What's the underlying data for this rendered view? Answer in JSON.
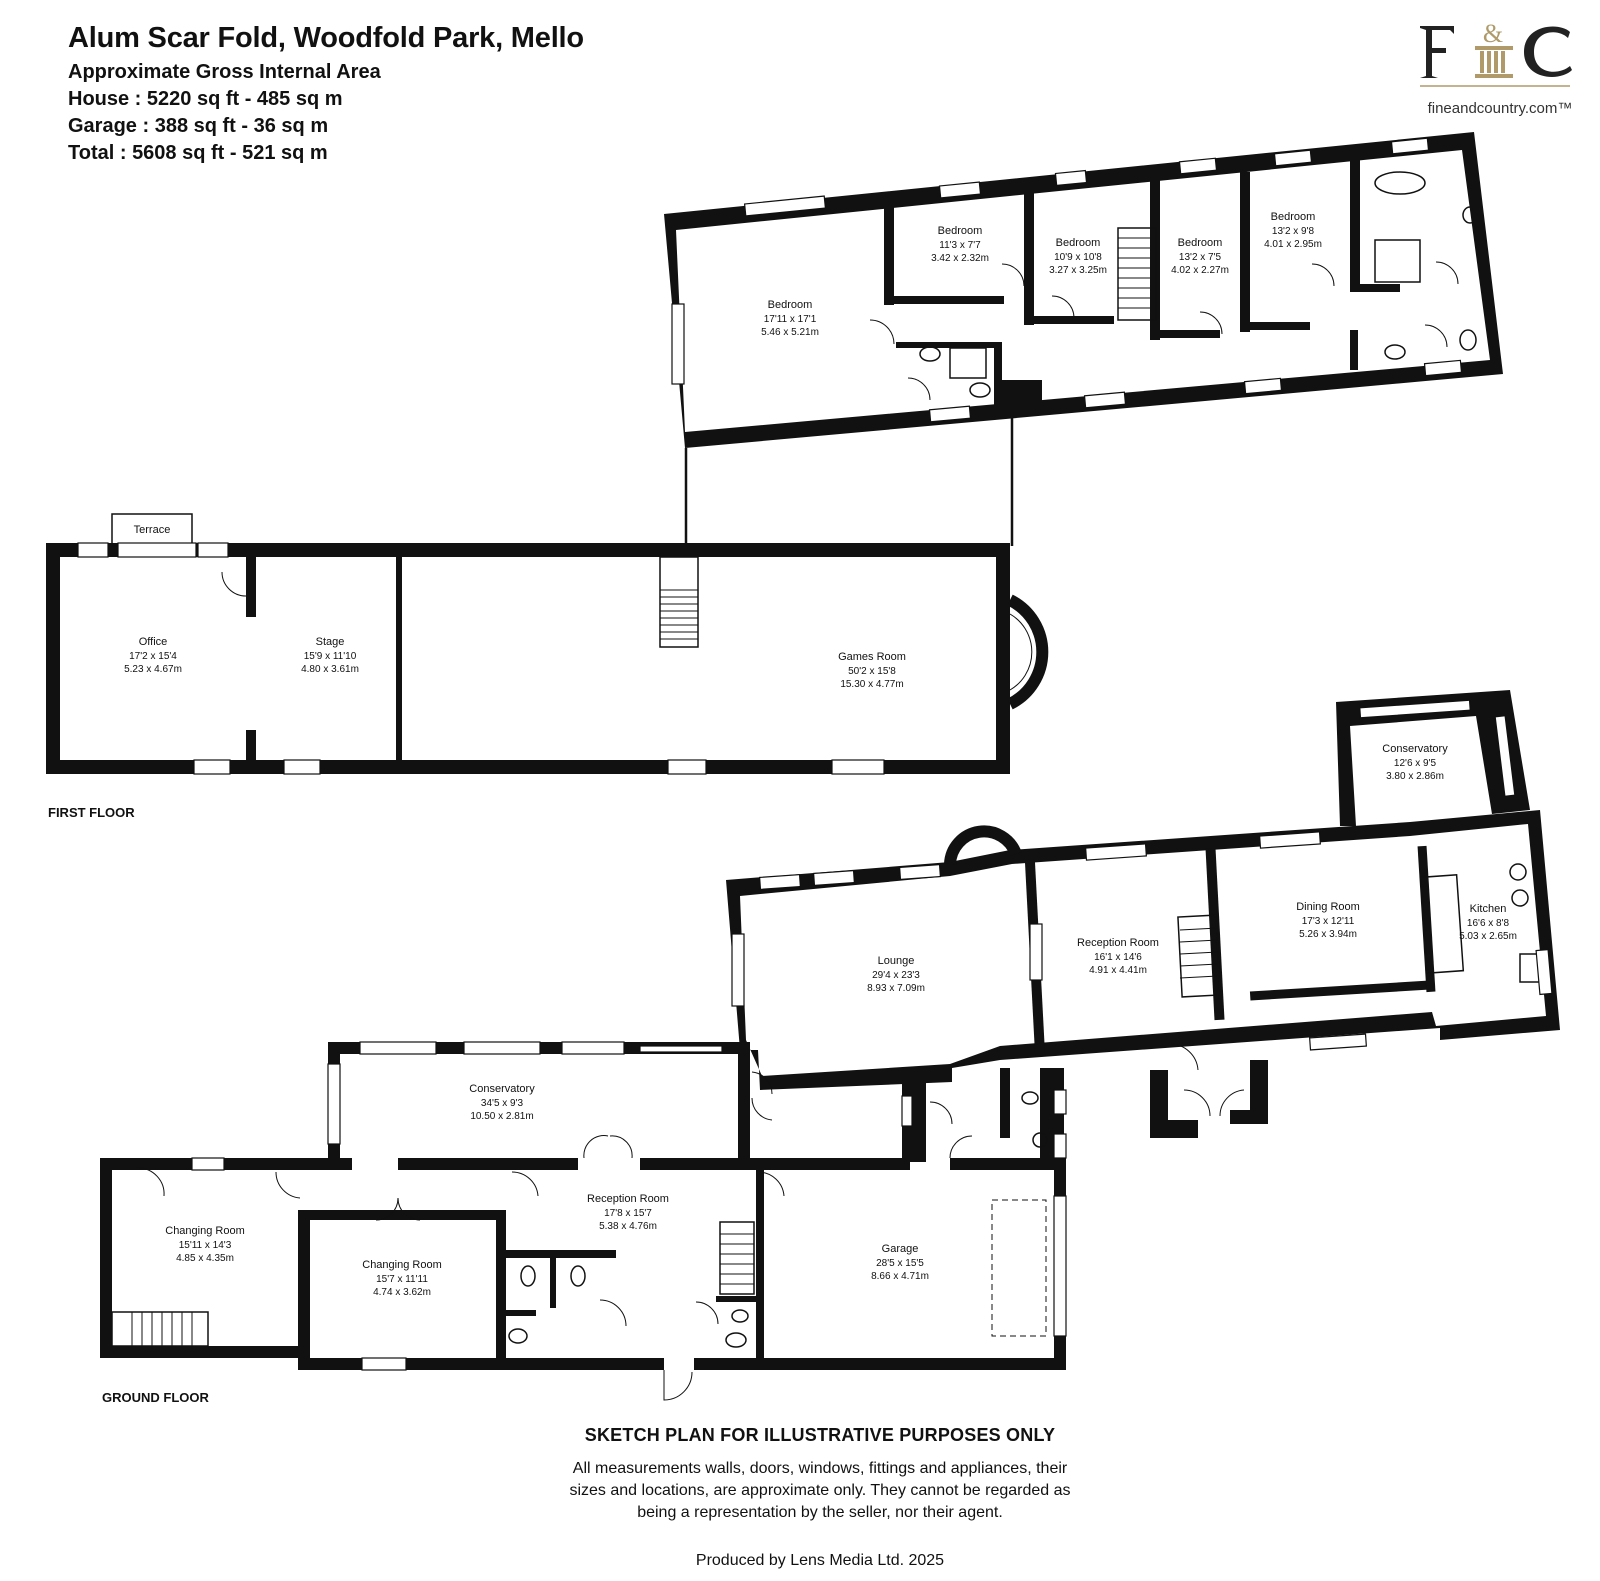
{
  "header": {
    "title": "Alum Scar Fold, Woodfold Park, Mello",
    "subtitle": "Approximate Gross Internal Area",
    "house": "House : 5220 sq ft - 485 sq m",
    "garage": "Garage : 388 sq ft - 36 sq m",
    "total": "Total : 5608 sq ft - 521 sq m"
  },
  "logo": {
    "letters": "F&C",
    "website": "fineandcountry.com™",
    "accent_color": "#b09a6a",
    "dark_color": "#222222"
  },
  "floors": {
    "first": "FIRST FLOOR",
    "ground": "GROUND FLOOR"
  },
  "rooms": {
    "bed1": {
      "name": "Bedroom",
      "imperial": "17'11 x 17'1",
      "metric": "5.46 x 5.21m"
    },
    "bed2": {
      "name": "Bedroom",
      "imperial": "11'3 x 7'7",
      "metric": "3.42 x 2.32m"
    },
    "bed3": {
      "name": "Bedroom",
      "imperial": "10'9 x 10'8",
      "metric": "3.27 x 3.25m"
    },
    "bed4": {
      "name": "Bedroom",
      "imperial": "13'2 x 7'5",
      "metric": "4.02 x 2.27m"
    },
    "bed5": {
      "name": "Bedroom",
      "imperial": "13'2 x 9'8",
      "metric": "4.01 x 2.95m"
    },
    "terrace": {
      "name": "Terrace"
    },
    "office": {
      "name": "Office",
      "imperial": "17'2 x 15'4",
      "metric": "5.23 x 4.67m"
    },
    "stage": {
      "name": "Stage",
      "imperial": "15'9 x 11'10",
      "metric": "4.80 x 3.61m"
    },
    "games": {
      "name": "Games Room",
      "imperial": "50'2 x 15'8",
      "metric": "15.30 x 4.77m"
    },
    "conservatory_e": {
      "name": "Conservatory",
      "imperial": "12'6 x 9'5",
      "metric": "3.80 x 2.86m"
    },
    "lounge": {
      "name": "Lounge",
      "imperial": "29'4 x 23'3",
      "metric": "8.93 x 7.09m"
    },
    "reception_e": {
      "name": "Reception Room",
      "imperial": "16'1 x 14'6",
      "metric": "4.91 x 4.41m"
    },
    "dining": {
      "name": "Dining Room",
      "imperial": "17'3 x 12'11",
      "metric": "5.26 x 3.94m"
    },
    "kitchen": {
      "name": "Kitchen",
      "imperial": "16'6 x 8'8",
      "metric": "5.03 x 2.65m"
    },
    "conservatory_w": {
      "name": "Conservatory",
      "imperial": "34'5 x 9'3",
      "metric": "10.50 x 2.81m"
    },
    "changing1": {
      "name": "Changing Room",
      "imperial": "15'11 x 14'3",
      "metric": "4.85 x 4.35m"
    },
    "changing2": {
      "name": "Changing Room",
      "imperial": "15'7 x 11'11",
      "metric": "4.74 x 3.62m"
    },
    "reception_w": {
      "name": "Reception Room",
      "imperial": "17'8 x 15'7",
      "metric": "5.38 x 4.76m"
    },
    "garage": {
      "name": "Garage",
      "imperial": "28'5 x 15'5",
      "metric": "8.66 x 4.71m"
    }
  },
  "disclaimer": {
    "heading": "SKETCH PLAN FOR ILLUSTRATIVE PURPOSES ONLY",
    "line1": "All measurements walls, doors, windows, fittings and appliances, their",
    "line2": "sizes and locations, are approximate only. They cannot be regarded as",
    "line3": "being a representation by the seller, nor their agent.",
    "producer": "Produced by Lens Media Ltd. 2025"
  }
}
